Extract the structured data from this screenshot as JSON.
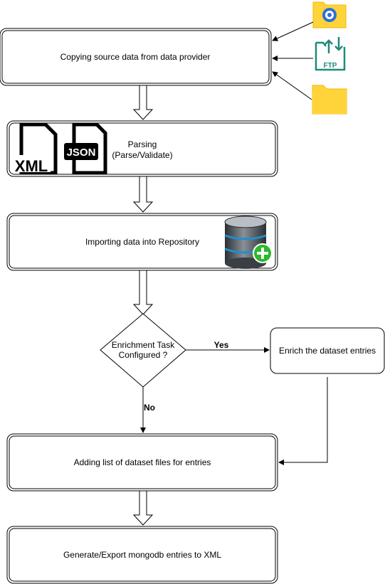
{
  "steps": {
    "copy": "Copying source data from data provider",
    "parse_title": "Parsing",
    "parse_sub": "(Parse/Validate)",
    "import": "Importing data into Repository",
    "decision_line1": "Enrichment Task",
    "decision_line2": "Configured ?",
    "enrich": "Enrich the dataset entries",
    "add_files": "Adding list of dataset files for entries",
    "export": "Generate/Export mongodb entries to XML"
  },
  "edges": {
    "yes": "Yes",
    "no": "No"
  },
  "icons": {
    "xml_text": "XML",
    "json_text": "JSON",
    "ftp_text": "FTP",
    "source_1": "network-folder-icon",
    "source_2": "ftp-icon",
    "source_3": "folder-icon",
    "parse_1": "xml-file-icon",
    "parse_2": "json-file-icon",
    "import": "database-add-icon"
  },
  "colors": {
    "folder": "#FFD43B",
    "folder_tab": "#F2B705",
    "ftp": "#1B8C7A",
    "db_plus": "#2DB82D",
    "stroke": "#000000"
  }
}
